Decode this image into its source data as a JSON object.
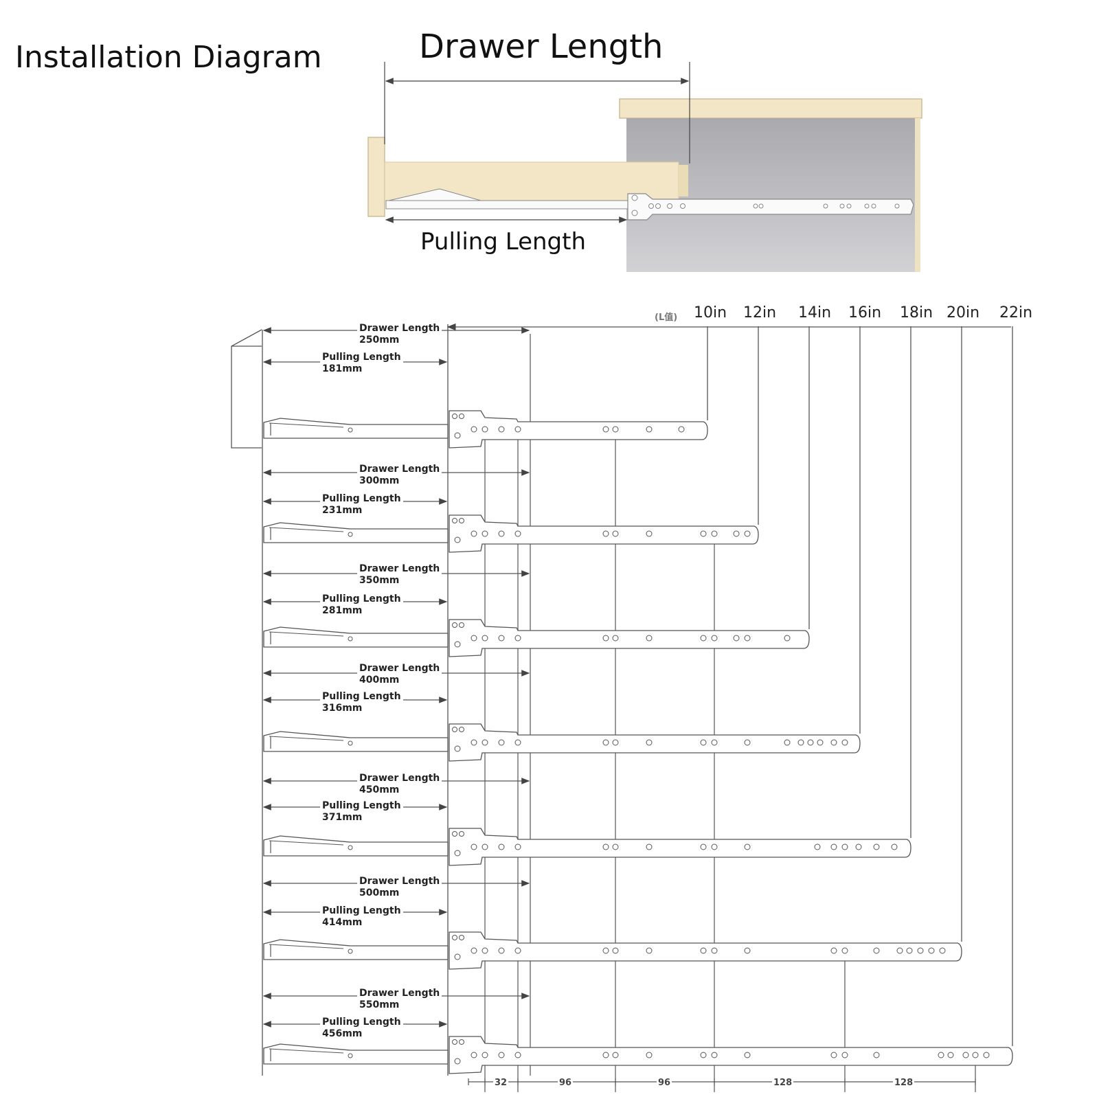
{
  "title": "Installation Diagram",
  "scene": {
    "drawer_length_label": "Drawer Length",
    "pulling_length_label": "Pulling Length"
  },
  "l_value_label": "(L值)",
  "inch_labels": [
    "10in",
    "12in",
    "14in",
    "16in",
    "18in",
    "20in",
    "22in"
  ],
  "rows": [
    {
      "drawer_label": "Drawer Length",
      "drawer_mm": "250mm",
      "pulling_label": "Pulling Length",
      "pulling_mm": "181mm"
    },
    {
      "drawer_label": "Drawer Length",
      "drawer_mm": "300mm",
      "pulling_label": "Pulling Length",
      "pulling_mm": "231mm"
    },
    {
      "drawer_label": "Drawer Length",
      "drawer_mm": "350mm",
      "pulling_label": "Pulling Length",
      "pulling_mm": "281mm"
    },
    {
      "drawer_label": "Drawer Length",
      "drawer_mm": "400mm",
      "pulling_label": "Pulling Length",
      "pulling_mm": "316mm"
    },
    {
      "drawer_label": "Drawer Length",
      "drawer_mm": "450mm",
      "pulling_label": "Pulling Length",
      "pulling_mm": "371mm"
    },
    {
      "drawer_label": "Drawer Length",
      "drawer_mm": "500mm",
      "pulling_label": "Pulling Length",
      "pulling_mm": "414mm"
    },
    {
      "drawer_label": "Drawer Length",
      "drawer_mm": "550mm",
      "pulling_label": "Pulling Length",
      "pulling_mm": "456mm"
    }
  ],
  "hole_spacing": [
    "32",
    "96",
    "96",
    "128",
    "128"
  ],
  "colors": {
    "wood": "#f3e6c6",
    "wood_edge": "#d9c9a0",
    "cabinet_grey": "#c9c9cc",
    "line": "#555555"
  }
}
